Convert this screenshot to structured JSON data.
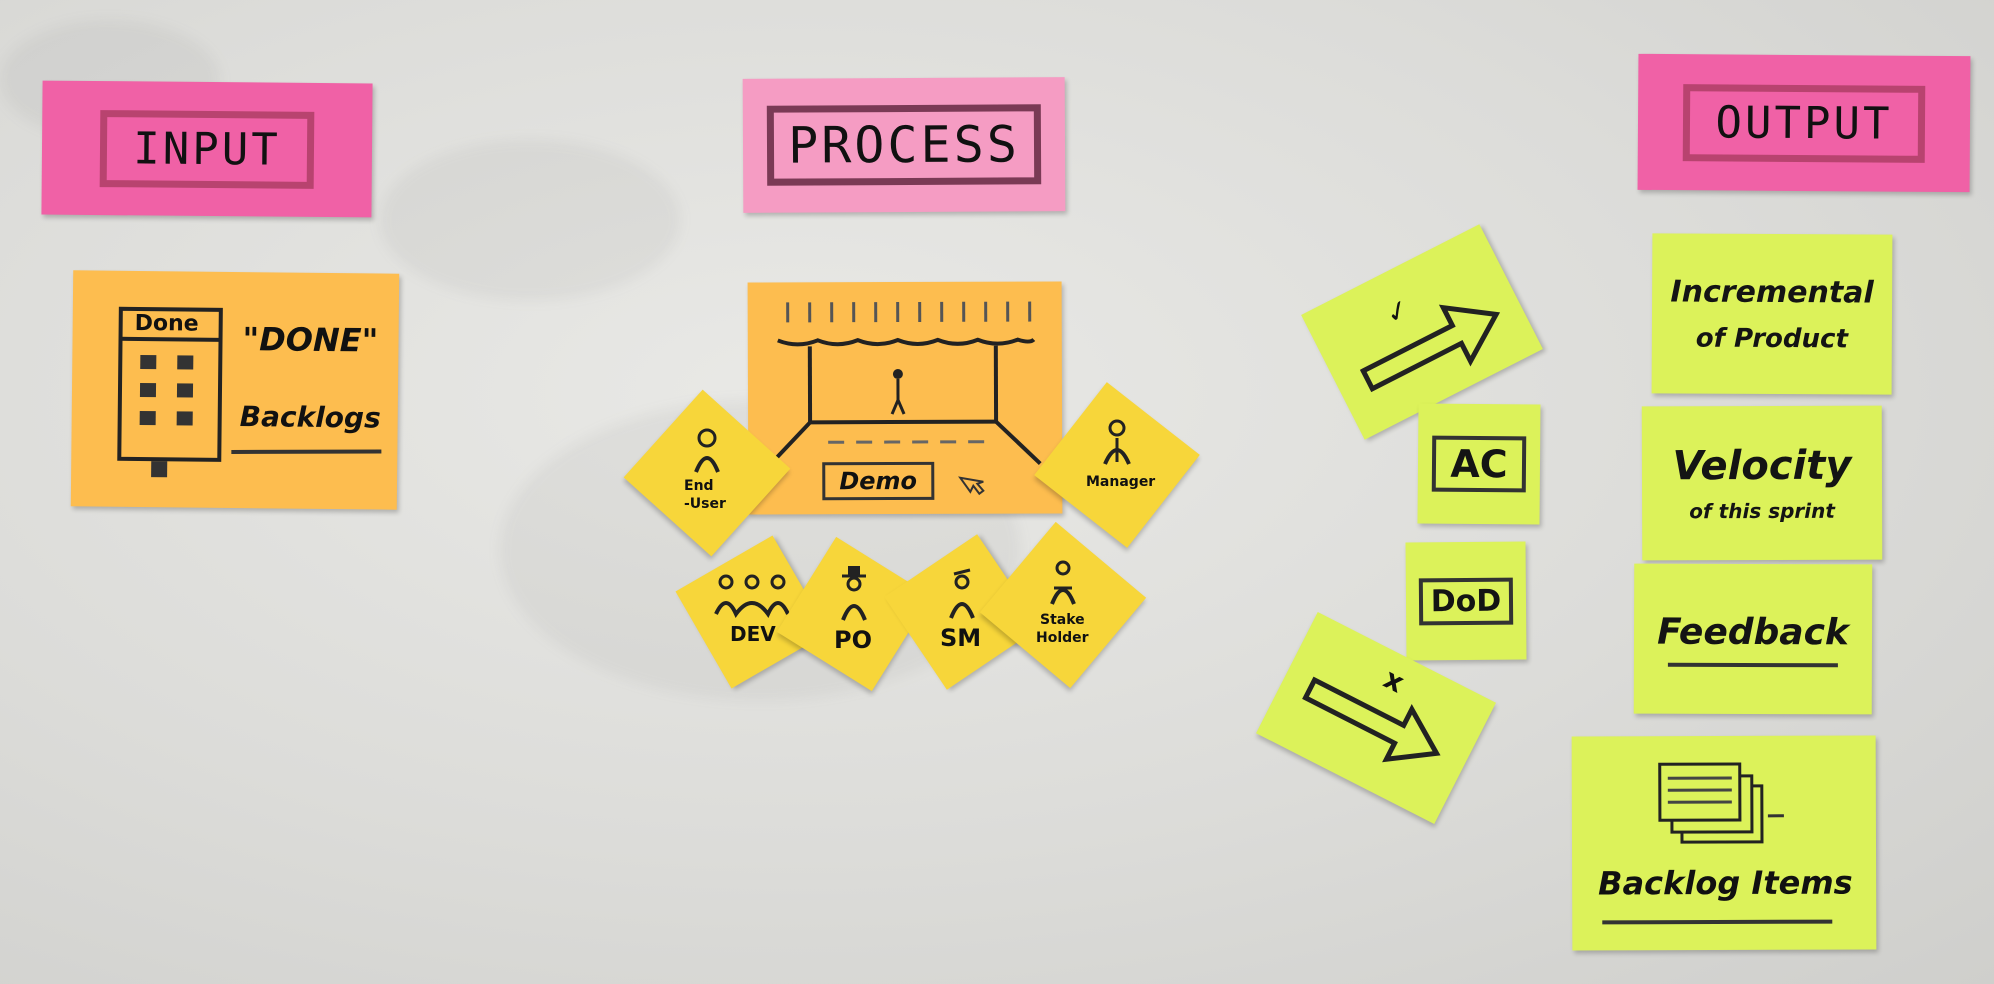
{
  "headers": {
    "input": "INPUT",
    "process": "PROCESS",
    "output": "OUTPUT"
  },
  "input_note": {
    "board_label": "Done",
    "title": "\"DONE\"",
    "subtitle": "Backlogs"
  },
  "process_note": {
    "demo_label": "Demo"
  },
  "roles": {
    "end_user_1": "End",
    "end_user_2": "-User",
    "manager": "Manager",
    "dev": "DEV",
    "po": "PO",
    "sm": "SM",
    "stakeholder_1": "Stake",
    "stakeholder_2": "Holder"
  },
  "criteria": {
    "accepted_mark": "✓",
    "rejected_mark": "x",
    "ac": "AC",
    "dod": "DoD"
  },
  "outputs": {
    "incremental_1": "Incremental",
    "incremental_2": "of Product",
    "velocity_1": "Velocity",
    "velocity_2": "of this sprint",
    "feedback": "Feedback",
    "backlog_items": "Backlog Items"
  },
  "colors": {
    "header_pink": "#f061a6",
    "note_orange": "#fdbd4f",
    "note_yellow": "#f7d63a",
    "note_lime": "#dcf25a"
  }
}
